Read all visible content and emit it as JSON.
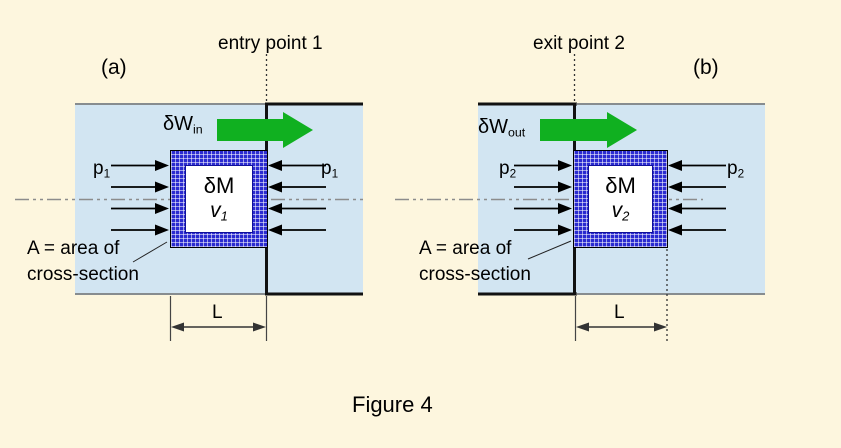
{
  "figure_caption": "Figure 4",
  "colors": {
    "background": "#FDF6DE",
    "fluid": "#D2E5F2",
    "hatch": "#2B2BD0",
    "hatch-border": "#10109A",
    "green": "#10B020",
    "wall": "#111111",
    "thin-wall": "#6E6E6E",
    "centerline": "#8C8C8C"
  },
  "panels": [
    {
      "label": "(a)",
      "boundary_label": "entry point 1",
      "work": {
        "base": "δW",
        "sub": "in"
      },
      "pressure": {
        "base": "p",
        "sub": "1"
      },
      "mass": "δM",
      "velocity": {
        "base": "v",
        "sub": "1"
      },
      "area_note": {
        "line1": "A = area of",
        "line2": "cross-section"
      },
      "length": "L"
    },
    {
      "label": "(b)",
      "boundary_label": "exit point 2",
      "work": {
        "base": "δW",
        "sub": "out"
      },
      "pressure": {
        "base": "p",
        "sub": "2"
      },
      "mass": "δM",
      "velocity": {
        "base": "v",
        "sub": "2"
      },
      "area_note": {
        "line1": "A = area of",
        "line2": "cross-section"
      },
      "length": "L"
    }
  ]
}
